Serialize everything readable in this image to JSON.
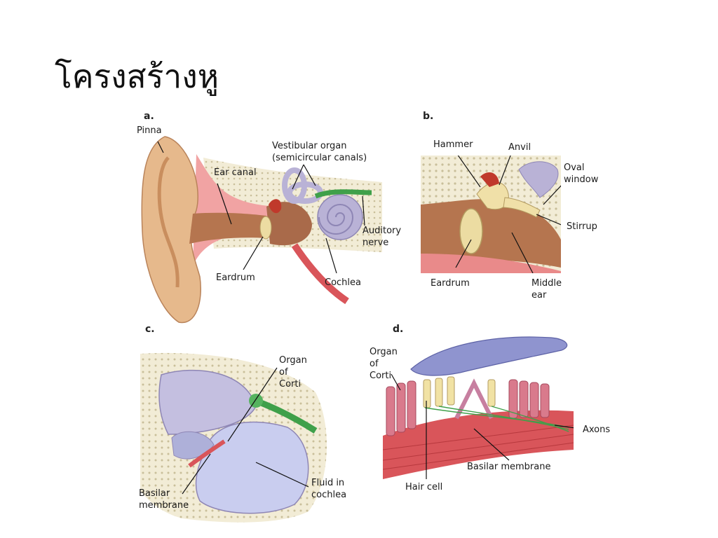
{
  "slide": {
    "title": "โครงสร้างหู"
  },
  "panels": {
    "a": {
      "letter": "a.",
      "labels": {
        "pinna": "Pinna",
        "ear_canal": "Ear canal",
        "vestibular_organ": "Vestibular organ\n(semicircular canals)",
        "auditory_nerve": "Auditory\nnerve",
        "eardrum": "Eardrum",
        "cochlea": "Cochlea"
      }
    },
    "b": {
      "letter": "b.",
      "labels": {
        "hammer": "Hammer",
        "anvil": "Anvil",
        "oval_window": "Oval\nwindow",
        "stirrup": "Stirrup",
        "eardrum": "Eardrum",
        "middle_ear": "Middle\near"
      }
    },
    "c": {
      "letter": "c.",
      "labels": {
        "organ_of_corti": "Organ\nof\nCorti",
        "basilar_membrane": "Basilar\nmembrane",
        "fluid_in_cochlea": "Fluid in\ncochlea"
      }
    },
    "d": {
      "letter": "d.",
      "labels": {
        "organ_of_corti": "Organ\nof\nCorti",
        "axons": "Axons",
        "basilar_membrane": "Basilar membrane",
        "hair_cell": "Hair cell"
      }
    }
  },
  "colors": {
    "skin": "#e6b98c",
    "skin_dark": "#c98e5e",
    "bone": "#f2ecd6",
    "bone_dots": "#c9bf9a",
    "canal_pink": "#e98a8a",
    "tissue_brown": "#a96a4a",
    "eardrum_yellow": "#ecdca2",
    "cochlea_lavender": "#b9b2d6",
    "nerve_green": "#3fa04a",
    "muscle_red": "#d9555a",
    "membrane_blue": "#8f94cf",
    "cell_pink": "#d97a8c"
  }
}
